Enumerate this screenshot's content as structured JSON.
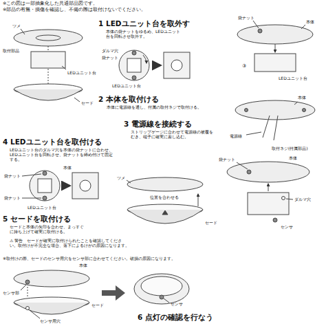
{
  "diagram": {
    "labels": [
      "※この図は一部抽象化した共通部品図です。",
      "※部品の有無・損傷を確認し、不備の際は取付けないでください。",
      "ツメ",
      "取付部品",
      "LEDユニット台",
      "セード",
      "1 LEDユニット台を取外す",
      "本体の袋ナットをゆるめ、LEDユニット台を回転させ取外す。",
      "ダルマ穴",
      "袋ナット",
      "LEDユニット台",
      "袋ナット",
      "本体",
      "LEDユニット台",
      "③",
      "2 本体を取付ける",
      "本体に電源線を通し、付属の取付ネジで取付ける。",
      "本体",
      "3 電源線を接続する",
      "ストリップゲージに合わせて電源線の被覆をむき、端子に確実に差し込む。",
      "電源線",
      "取付ネジ(付属部品)",
      "4 LEDユニット台を取付ける",
      "LEDユニット台のダルマ穴を本体の袋ナットに合わせ、LEDユニット台を回転させ、袋ナットを締め付けて固定する。",
      "本体",
      "袋ナット",
      "袋ナット",
      "LEDユニット台",
      "袋ナット",
      "本体",
      "ダルマ穴",
      "センサ",
      "5 セードを取付ける",
      "セードと本体の矢印を合わせ、まっすぐに持ち上げて確実に取付ける。",
      "ツメ",
      "位置を合わせる",
      "セード",
      "⚠ 警告　セードが確実に取付けられたことを確認してください。取付けが不完全な場合、落下によるけがの原因になります。",
      "※取付けの際、セードのセンサ用穴をセンサ部に合わせてください。破損の原因になります。",
      "本体",
      "センサ部",
      "セード",
      "センサ用穴",
      "センサ",
      "6 点灯の確認を行なう"
    ]
  }
}
